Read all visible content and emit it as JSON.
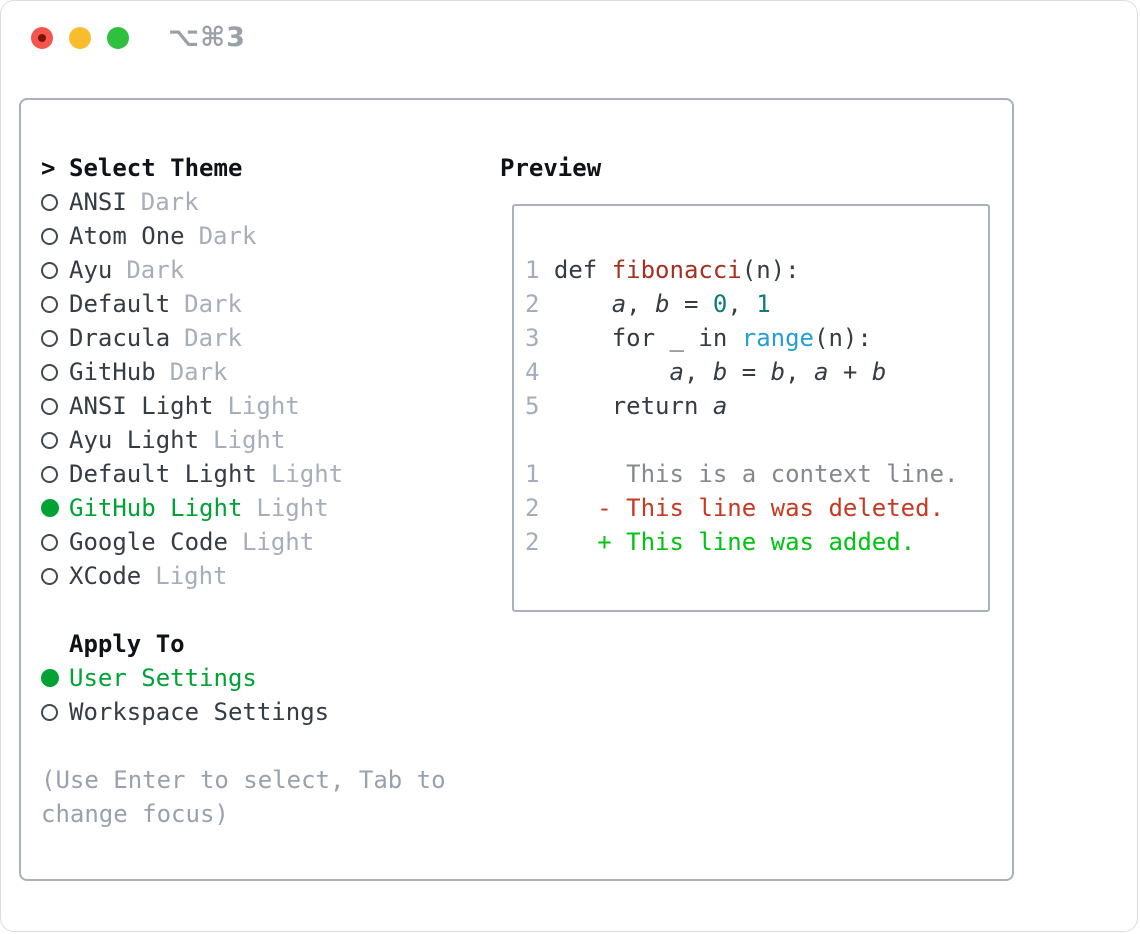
{
  "window": {
    "title": "⌥⌘3"
  },
  "panel": {
    "theme_section": {
      "prompt": ">",
      "header": "Select Theme",
      "items": [
        {
          "label": "ANSI",
          "badge": "Dark",
          "selected": false
        },
        {
          "label": "Atom One",
          "badge": "Dark",
          "selected": false
        },
        {
          "label": "Ayu",
          "badge": "Dark",
          "selected": false
        },
        {
          "label": "Default",
          "badge": "Dark",
          "selected": false
        },
        {
          "label": "Dracula",
          "badge": "Dark",
          "selected": false
        },
        {
          "label": "GitHub",
          "badge": "Dark",
          "selected": false
        },
        {
          "label": "ANSI Light",
          "badge": "Light",
          "selected": false
        },
        {
          "label": "Ayu Light",
          "badge": "Light",
          "selected": false
        },
        {
          "label": "Default Light",
          "badge": "Light",
          "selected": false
        },
        {
          "label": "GitHub Light",
          "badge": "Light",
          "selected": true
        },
        {
          "label": "Google Code",
          "badge": "Light",
          "selected": false
        },
        {
          "label": "XCode",
          "badge": "Light",
          "selected": false
        }
      ]
    },
    "apply_section": {
      "header": "Apply To",
      "items": [
        {
          "label": "User Settings",
          "selected": true
        },
        {
          "label": "Workspace Settings",
          "selected": false
        }
      ]
    },
    "hint_lines": [
      "(Use Enter to select, Tab to",
      "change focus)"
    ],
    "preview": {
      "header": "Preview",
      "lines": [
        [
          {
            "t": "1 ",
            "c": "lineno"
          },
          {
            "t": "def ",
            "c": "code"
          },
          {
            "t": "fibonacci",
            "c": "func"
          },
          {
            "t": "(n):",
            "c": "code"
          }
        ],
        [
          {
            "t": "2 ",
            "c": "lineno"
          },
          {
            "t": "    ",
            "c": "code"
          },
          {
            "t": "a",
            "c": "code",
            "i": true
          },
          {
            "t": ", ",
            "c": "code"
          },
          {
            "t": "b",
            "c": "code",
            "i": true
          },
          {
            "t": " = ",
            "c": "code"
          },
          {
            "t": "0",
            "c": "num"
          },
          {
            "t": ", ",
            "c": "code"
          },
          {
            "t": "1",
            "c": "num"
          }
        ],
        [
          {
            "t": "3 ",
            "c": "lineno"
          },
          {
            "t": "    for _ in ",
            "c": "code"
          },
          {
            "t": "range",
            "c": "builtin"
          },
          {
            "t": "(n):",
            "c": "code"
          }
        ],
        [
          {
            "t": "4 ",
            "c": "lineno"
          },
          {
            "t": "        ",
            "c": "code"
          },
          {
            "t": "a",
            "c": "code",
            "i": true
          },
          {
            "t": ", ",
            "c": "code"
          },
          {
            "t": "b",
            "c": "code",
            "i": true
          },
          {
            "t": " = ",
            "c": "code"
          },
          {
            "t": "b",
            "c": "code",
            "i": true
          },
          {
            "t": ", ",
            "c": "code"
          },
          {
            "t": "a",
            "c": "code",
            "i": true
          },
          {
            "t": " + ",
            "c": "code"
          },
          {
            "t": "b",
            "c": "code",
            "i": true
          }
        ],
        [
          {
            "t": "5 ",
            "c": "lineno"
          },
          {
            "t": "    return ",
            "c": "code"
          },
          {
            "t": "a",
            "c": "code",
            "i": true
          }
        ],
        [],
        [
          {
            "t": "1",
            "c": "lineno"
          },
          {
            "t": "      This is a context line.",
            "c": "context"
          }
        ],
        [
          {
            "t": "2",
            "c": "lineno"
          },
          {
            "t": "    - This line was deleted.",
            "c": "deleted"
          }
        ],
        [
          {
            "t": "2",
            "c": "lineno"
          },
          {
            "t": "    + This line was added.",
            "c": "added"
          }
        ]
      ]
    }
  },
  "colors": {
    "text": "#363c44",
    "heading": "#0f1317",
    "badge": "#a6aeba",
    "hint": "#98a2ae",
    "lineno": "#a3adba",
    "context": "#85898e",
    "green": "#00a236",
    "diff_green": "#00c313",
    "diff_red": "#c63a22",
    "func_red": "#a72f1f",
    "num_teal": "#0e7d78",
    "builtin_blue": "#269ed3",
    "border": "#a9b1ba",
    "circle": "#434a52",
    "title_gray": "#9aa0a7",
    "traffic_red": "#f2564f",
    "traffic_red_dot": "#7e1209",
    "traffic_yellow": "#f9bc2d",
    "traffic_green": "#2ec03e",
    "window_border": "#d9dce1"
  }
}
